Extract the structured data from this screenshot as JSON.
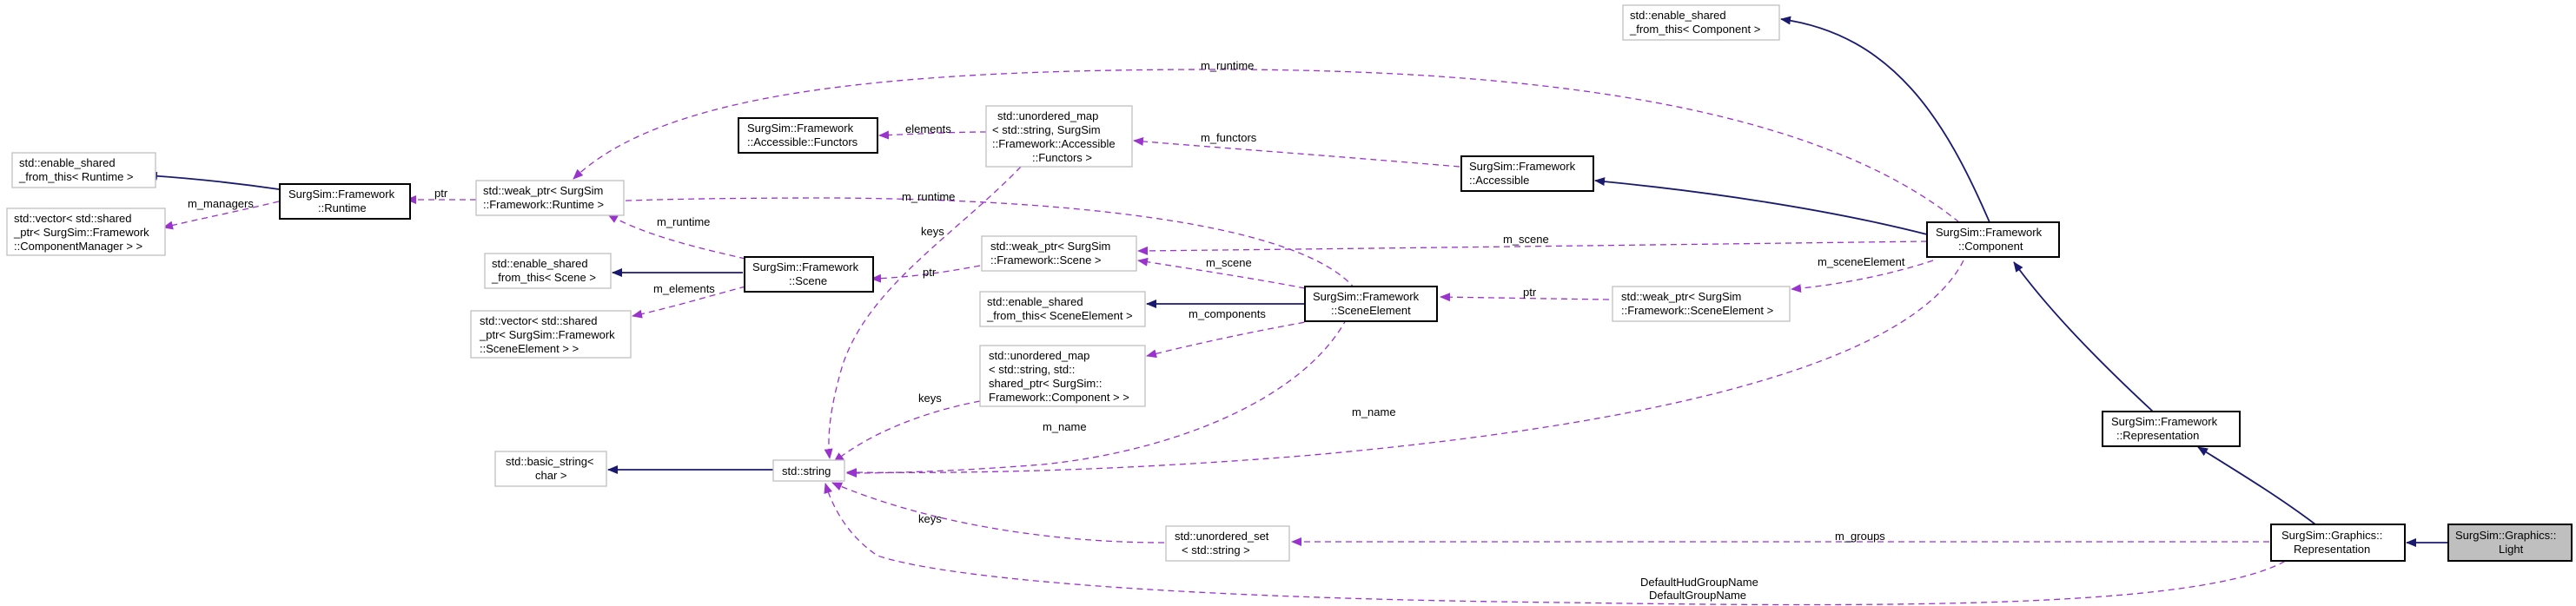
{
  "diagram": {
    "colors": {
      "inherit": "#191970",
      "usage": "#9a32cd",
      "focus_fill": "#bfbfbf",
      "plain_border": "#bfbfbf",
      "documented_border": "#000000"
    },
    "nodes": {
      "enable_shared_component": [
        "std::enable_shared",
        "_from_this< Component >"
      ],
      "runtime_member_label": [
        "m_runtime"
      ],
      "unordered_map_functors": [
        "std::unordered_map",
        "< std::string, SurgSim",
        "::Framework::Accessible",
        "::Functors >"
      ],
      "accessible_functors": [
        "SurgSim::Framework",
        "::Accessible::Functors"
      ],
      "accessible": [
        "SurgSim::Framework",
        "::Accessible"
      ],
      "enable_shared_runtime": [
        "std::enable_shared",
        "_from_this< Runtime >"
      ],
      "runtime": [
        "SurgSim::Framework",
        "::Runtime"
      ],
      "weak_ptr_runtime": [
        "std::weak_ptr< SurgSim",
        "::Framework::Runtime >"
      ],
      "vector_component_manager": [
        "std::vector< std::shared",
        "_ptr< SurgSim::Framework",
        "::ComponentManager > >"
      ],
      "component": [
        "SurgSim::Framework",
        "::Component"
      ],
      "weak_ptr_scene": [
        "std::weak_ptr< SurgSim",
        "::Framework::Scene >"
      ],
      "enable_shared_scene": [
        "std::enable_shared",
        "_from_this< Scene >"
      ],
      "scene": [
        "SurgSim::Framework",
        "::Scene"
      ],
      "enable_shared_scene_element": [
        "std::enable_shared",
        "_from_this< SceneElement >"
      ],
      "scene_element": [
        "SurgSim::Framework",
        "::SceneElement"
      ],
      "weak_ptr_scene_element": [
        "std::weak_ptr< SurgSim",
        "::Framework::SceneElement >"
      ],
      "vector_scene_element": [
        "std::vector< std::shared",
        "_ptr< SurgSim::Framework",
        "::SceneElement > >"
      ],
      "unordered_map_component": [
        "std::unordered_map",
        "< std::string, std::",
        "shared_ptr< SurgSim::",
        "Framework::Component > >"
      ],
      "framework_representation": [
        "SurgSim::Framework",
        "::Representation"
      ],
      "basic_string": [
        "std::basic_string<",
        "char >"
      ],
      "string": [
        "std::string"
      ],
      "unordered_set": [
        "std::unordered_set",
        "< std::string >"
      ],
      "graphics_representation": [
        "SurgSim::Graphics::",
        "Representation"
      ],
      "light": [
        "SurgSim::Graphics::",
        "Light"
      ]
    },
    "edge_labels": {
      "m_runtime_top": "m_runtime",
      "elements": "elements",
      "m_functors": "m_functors",
      "ptr_runtime": "ptr",
      "m_managers": "m_managers",
      "m_runtime_scene": "m_runtime",
      "m_runtime_element": "m_runtime",
      "keys_functors": "keys",
      "m_scene_component": "m_scene",
      "m_scene_element": "m_scene",
      "ptr_scene": "ptr",
      "m_elements": "m_elements",
      "m_scene_element_member": "m_sceneElement",
      "ptr_scene_element": "ptr",
      "m_components": "m_components",
      "keys_components": "keys",
      "m_name_component": "m_name",
      "m_name_element": "m_name",
      "keys_set": "keys",
      "m_groups": "m_groups",
      "default_hud_group": "DefaultHudGroupName",
      "default_group": "DefaultGroupName"
    }
  }
}
